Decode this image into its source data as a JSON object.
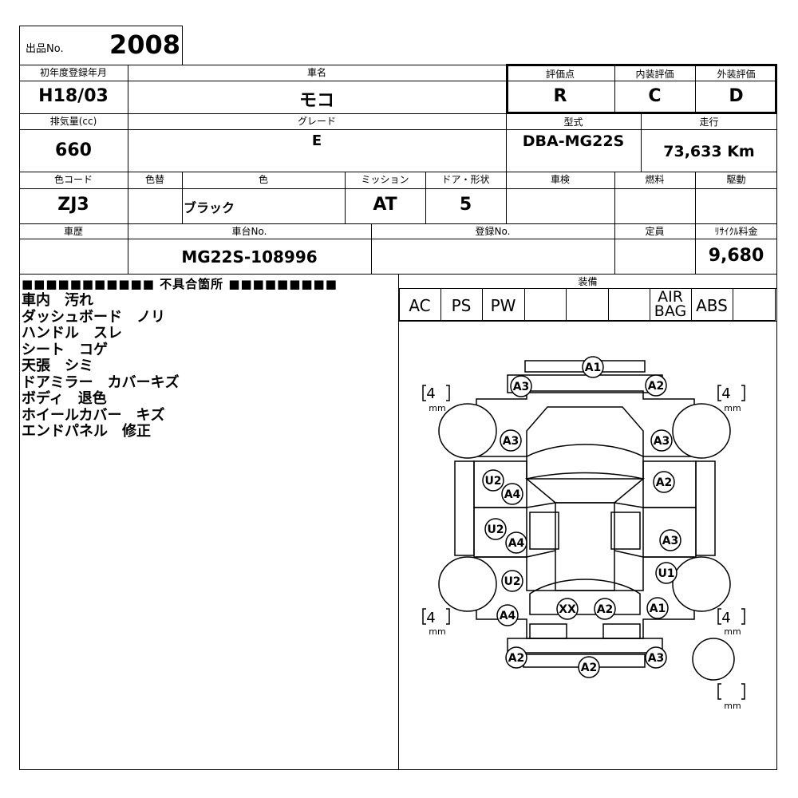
{
  "lot": {
    "label": "出品No.",
    "number": "2008"
  },
  "row1": {
    "reg_label": "初年度登録年月",
    "reg": "H18/03",
    "name_label": "車名",
    "name": "モコ",
    "score_label": "評価点",
    "score": "R",
    "interior_label": "内装評価",
    "interior": "C",
    "exterior_label": "外装評価",
    "exterior": "D"
  },
  "row2": {
    "cc_label": "排気量(cc)",
    "cc": "660",
    "grade_label": "グレード",
    "grade": "E",
    "model_label": "型式",
    "model": "DBA-MG22S",
    "mileage_label": "走行",
    "mileage": "73,633 Km"
  },
  "row3": {
    "color_code_label": "色コード",
    "color_code": "ZJ3",
    "color_change_label": "色替",
    "color_label": "色",
    "color": "ブラック",
    "mission_label": "ミッション",
    "mission": "AT",
    "door_label": "ドア・形状",
    "door": "5",
    "inspection_label": "車検",
    "fuel_label": "燃料",
    "drive_label": "駆動"
  },
  "row4": {
    "history_label": "車歴",
    "chassis_label": "車台No.",
    "chassis": "MG22S-108996",
    "plate_label": "登録No.",
    "capacity_label": "定員",
    "recycle_label": "ﾘｻｲｸﾙ料金",
    "recycle": "9,680"
  },
  "defects": {
    "title": "■■■■■■■■■■■ 不具合箇所 ■■■■■■■■■",
    "items": [
      "車内　汚れ",
      "ダッシュボード　ノリ",
      "ハンドル　スレ",
      "シート　コゲ",
      "天張　シミ",
      "ドアミラー　カバーキズ",
      "ボディ　退色",
      "ホイールカバー　キズ",
      "エンドパネル　修正"
    ]
  },
  "equipment": {
    "title": "装備",
    "items": [
      "AC",
      "PS",
      "PW",
      "",
      "",
      "",
      "AIR\nBAG",
      "ABS",
      ""
    ]
  },
  "tires": {
    "front_left": "4",
    "front_right": "4",
    "rear_left": "4",
    "rear_right": "4",
    "spare": "",
    "unit": "mm"
  },
  "damage_marks": [
    "A1",
    "A3",
    "A2",
    "A3",
    "A3",
    "U2",
    "A4",
    "A2",
    "U2",
    "A4",
    "A3",
    "U2",
    "U1",
    "A4",
    "XX",
    "A2",
    "A1",
    "A2",
    "A3",
    "A2"
  ]
}
